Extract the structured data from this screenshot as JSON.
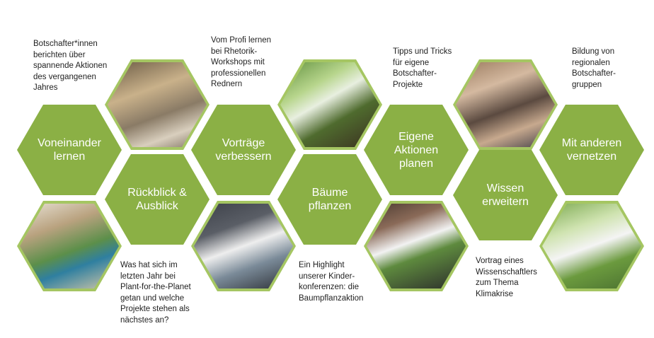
{
  "hexagons": {
    "voneinander": "Voneinander\nlernen",
    "rueckblick": "Rückblick &\nAusblick",
    "vortraege": "Vorträge\nverbessern",
    "baeume": "Bäume\npflanzen",
    "eigene": "Eigene\nAktionen\nplanen",
    "wissen": "Wissen\nerweitern",
    "vernetzen": "Mit anderen\nvernetzen"
  },
  "descriptions": {
    "botschafter": "Botschafter*innen\nberichten über\nspannende Aktionen\ndes vergangenen\nJahres",
    "profi": "Vom Profi lernen\nbei Rhetorik-\nWorkshops mit\nprofessionellen\nRednern",
    "tipps": "Tipps und Tricks\nfür eigene\nBotschafter-\nProjekte",
    "bildung": "Bildung von\nregionalen\nBotschafter-\ngruppen",
    "wasHat": "Was hat sich im\nletzten Jahr bei\nPlant-for-the-Planet\ngetan und welche\nProjekte stehen als\nnächstes an?",
    "highlight": "Ein Highlight\nunserer Kinder-\nkonferenzen: die\nBaumpflanzaktion",
    "vortrag": "Vortrag eines\nWissenschaftlers\nzum Thema\nKlimakrise"
  },
  "colors": {
    "hex_green": "#8bb045",
    "photo_border": "#a5c662",
    "text_dark": "#222222"
  }
}
